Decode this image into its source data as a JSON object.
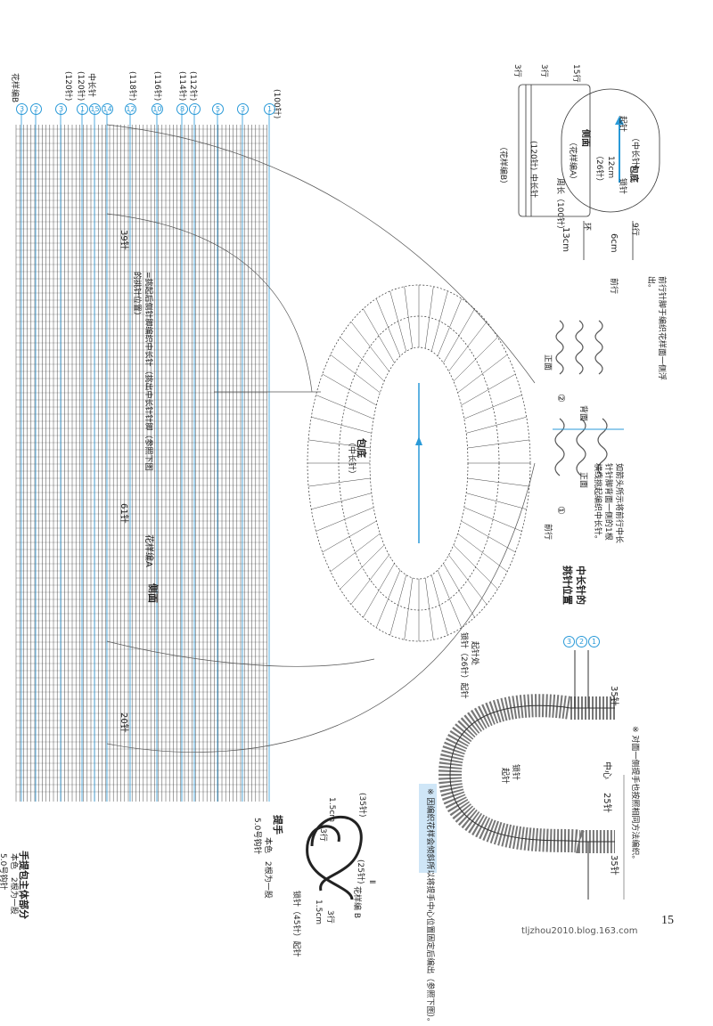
{
  "colors": {
    "accent": "#2a9ad8",
    "line": "#222222",
    "highlight": "#cfe6f7"
  },
  "page_number": "15",
  "watermark": "tljzhou2010.blog.163.com",
  "title": {
    "main": "手提包主体部分",
    "line1": "本色　2根为一股",
    "line2": "5.0号钩针"
  },
  "handle_title": {
    "main": "提手",
    "line1": "本色　2根为一股",
    "line2": "5.0号钩针"
  },
  "handle_diagram": {
    "label_15cm_a": "1.5cm",
    "label_3row_a": "3行",
    "label_35": "(35针)",
    "label_25": "(25针)",
    "label_3row_b": "3行",
    "label_15cm_b": "1.5cm",
    "label_chain": "锁针（45针）起针",
    "label_pattern_b": "花样编 B",
    "label_eq": "Ⅱ"
  },
  "note_main": "※ 因编织花样会倾斜所以将提手中心位置固定后编出（参照下图）。",
  "note_handle": "※ 对面一侧提手也按照相同方法编织。",
  "top_scale": {
    "labels": [
      "花样编B",
      "中长针"
    ],
    "counts": [
      "(120针)",
      "(120针)",
      "(118针)",
      "(116针)",
      "(114针)",
      "(112针)",
      "(100针)"
    ],
    "rows": [
      "3",
      "2",
      "3",
      "1",
      "15",
      "14",
      "12",
      "10",
      "8",
      "7",
      "5",
      "3",
      "1"
    ]
  },
  "body": {
    "side_label": "侧面",
    "pattern_a": "花样编A",
    "count_61": "61针",
    "count_39": "39针",
    "count_20": "20针",
    "note_pick": "=挑起后侧针脚编织中长针（挑出中长针针脚（参照下图的挑针位置）",
    "bottom_label": "包底",
    "bottom_stitch": "（中长针）",
    "start_label": "起针处",
    "start_chain": "锁针（26针）起针"
  },
  "mini": {
    "rows_top": [
      "3行",
      "3行",
      "15行"
    ],
    "side": "侧面",
    "pattern_a": "（花样编A）",
    "pattern_b": "（花样编B）",
    "count_120": "(120针)",
    "count_100": "周长（100针）",
    "stitch": "中长针",
    "bottom": "包底",
    "bottom_stitch": "（中长针）",
    "dim_12": "12cm",
    "dim_26": "（26针）",
    "chain": "锁针",
    "start": "起针",
    "height_13": "13cm",
    "height_6": "6cm",
    "rows_9": "9行",
    "ring": "环"
  },
  "pick_position": {
    "title1": "中长针的",
    "title2": "挑针位置",
    "step1": "①",
    "step2": "②",
    "prev_row": "前行",
    "front": "正面",
    "back": "背面",
    "desc1": "如箭头所示将前行中长针针脚背面一侧的1根横线挑起编织中长针。",
    "desc2": "前行针脚于编织花样面一侧浮出。"
  },
  "handle_right": {
    "count_35_top": "35针",
    "count_35_bottom": "35针",
    "count_25": "25针",
    "center": "中心",
    "start": "起针",
    "chain": "锁针",
    "rows": [
      "3",
      "2",
      "1"
    ]
  }
}
